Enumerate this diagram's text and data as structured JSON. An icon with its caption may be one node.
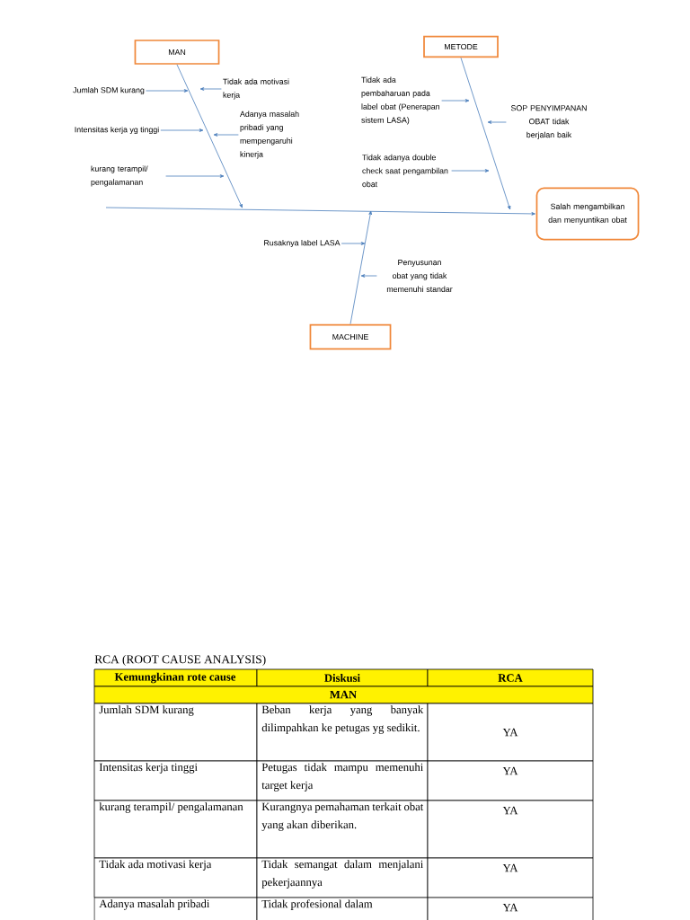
{
  "diagram": {
    "nodes": [
      {
        "text": [
          "MAN"
        ]
      },
      {
        "text": [
          "METODE"
        ]
      },
      {
        "text": [
          "Tidak ada motivasi kerja"
        ]
      },
      {
        "text": [
          "Jumlah SDM kurang"
        ]
      },
      {
        "text": [
          "Tidak ada pembaharuan pada label obat (Penerapan sistem LASA)"
        ]
      },
      {
        "text": [
          "SOP PENYIMPANAN OBAT tidak berjalan baik"
        ]
      },
      {
        "text": [
          "Adanya masalah pribadi yang mempengaruhi kinerja"
        ]
      },
      {
        "text": [
          "Intensitas kerja yg tinggi"
        ]
      },
      {
        "text": [
          "kurang terampil/ pengalamanan"
        ]
      },
      {
        "text": [
          "Tidak adanya double check saat pengambilan obat"
        ]
      },
      {
        "text": [
          "Salah mengambilkan dan menyuntikan obat"
        ]
      },
      {
        "text": [
          "Rusaknya label LASA"
        ]
      },
      {
        "text": [
          "Penyusunan obat yang tidak memenuhi standar"
        ]
      },
      {
        "text": [
          "MACHINE"
        ]
      }
    ],
    "edges": [
      {
        "from": null,
        "to": 10,
        "arrow": "to"
      },
      {
        "from": 0,
        "to": null,
        "arrow": "to"
      },
      {
        "from": 1,
        "to": null,
        "arrow": "to"
      },
      {
        "from": 13,
        "to": null,
        "arrow": "to"
      },
      {
        "from": 3,
        "to": null,
        "arrow": "to"
      },
      {
        "from": 2,
        "to": null,
        "arrow": "to"
      },
      {
        "from": 7,
        "to": null,
        "arrow": "to"
      },
      {
        "from": 6,
        "to": null,
        "arrow": "to"
      },
      {
        "from": 8,
        "to": null,
        "arrow": "to"
      },
      {
        "from": 4,
        "to": null,
        "arrow": "to"
      },
      {
        "from": 5,
        "to": null,
        "arrow": "to"
      },
      {
        "from": 9,
        "to": null,
        "arrow": "to"
      },
      {
        "from": 11,
        "to": null,
        "arrow": "to"
      },
      {
        "from": 12,
        "to": null,
        "arrow": "to"
      }
    ],
    "labels": [
      "RCA (ROOT CAUSE ANALYSIS)",
      "Kemungkinan rote cause",
      "Diskusi",
      "RCA",
      "MAN",
      "Jumlah SDM kurang",
      "Beban kerja yang banyak dilimpahkan ke petugas yg sedikit.",
      "YA",
      "Intensitas kerja tinggi",
      "Petugas tidak mampu memenuhi target kerja",
      "YA",
      "kurang terampil/ pengalamanan",
      "Kurangnya pemahaman terkait obat yang akan diberikan.",
      "YA",
      "Tidak ada motivasi kerja",
      "Tidak semangat dalam menjalani pekerjaannya",
      "YA",
      "Adanya masalah pribadi",
      "Tidak profesional dalam",
      "YA"
    ]
  }
}
